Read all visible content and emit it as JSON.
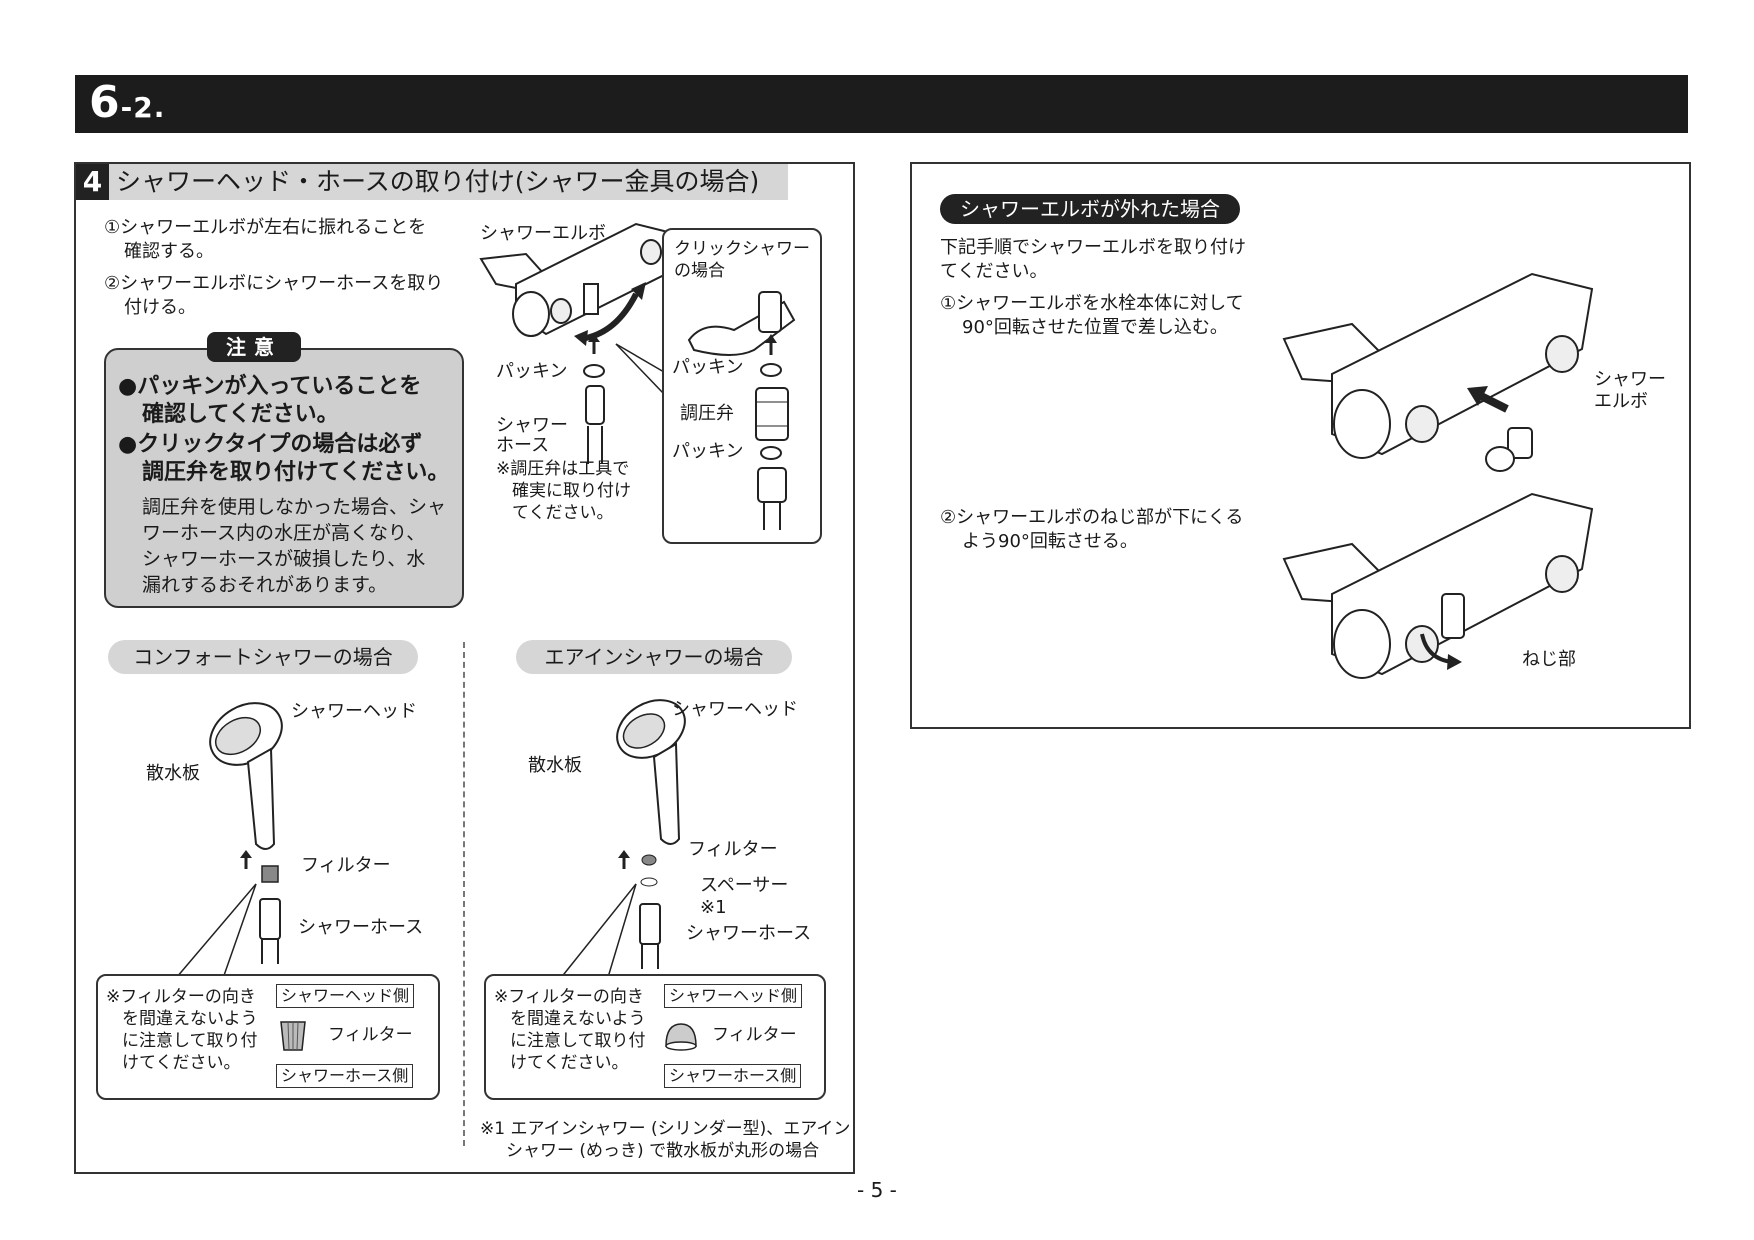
{
  "header": {
    "number": "6",
    "sub": "-2."
  },
  "left": {
    "section_number": "4",
    "section_title": "シャワーヘッド・ホースの取り付け(シャワー金具の場合)",
    "steps": [
      "①シャワーエルボが左右に振れることを",
      "確認する。",
      "②シャワーエルボにシャワーホースを取り",
      "付ける。"
    ],
    "caution": {
      "label": "注意",
      "bold_lines": [
        "●パッキンが入っていることを",
        "確認してください。",
        "●クリックタイプの場合は必ず",
        "調圧弁を取り付けてください。"
      ],
      "body_lines": [
        "調圧弁を使用しなかった場合、シャ",
        "ワーホース内の水圧が高くなり、",
        "シャワーホースが破損したり、水",
        "漏れするおそれがあります。"
      ]
    },
    "diagram1": {
      "elbow_label": "シャワーエルボ",
      "packing_label": "パッキン",
      "hose_label_1": "シャワー",
      "hose_label_2": "ホース",
      "note_lines": [
        "※調圧弁は工具で",
        "確実に取り付け",
        "てください。"
      ]
    },
    "click_box": {
      "title_1": "クリックシャワー",
      "title_2": "の場合",
      "packing_top": "パッキン",
      "valve": "調圧弁",
      "packing_bottom": "パッキン"
    },
    "comfort": {
      "title": "コンフォートシャワーの場合",
      "head": "シャワーヘッド",
      "plate": "散水板",
      "filter": "フィルター",
      "hose": "シャワーホース",
      "note_lines": [
        "※フィルターの向き",
        "を間違えないよう",
        "に注意して取り付",
        "けてください。"
      ],
      "head_side": "シャワーヘッド側",
      "filter2": "フィルター",
      "hose_side": "シャワーホース側"
    },
    "airin": {
      "title": "エアインシャワーの場合",
      "head": "シャワーヘッド",
      "plate": "散水板",
      "filter": "フィルター",
      "spacer": "スペーサー",
      "spacer_note": "※1",
      "hose": "シャワーホース",
      "note_lines": [
        "※フィルターの向き",
        "を間違えないよう",
        "に注意して取り付",
        "けてください。"
      ],
      "head_side": "シャワーヘッド側",
      "filter2": "フィルター",
      "hose_side": "シャワーホース側"
    },
    "footnote_lines": [
      "※1 エアインシャワー (シリンダー型)、エアイン",
      "シャワー (めっき) で散水板が丸形の場合"
    ]
  },
  "right": {
    "title": "シャワーエルボが外れた場合",
    "intro_lines": [
      "下記手順でシャワーエルボを取り付け",
      "てください。"
    ],
    "step1_lines": [
      "①シャワーエルボを水栓本体に対して",
      "90°回転させた位置で差し込む。"
    ],
    "step1_label_1": "シャワー",
    "step1_label_2": "エルボ",
    "step2_lines": [
      "②シャワーエルボのねじ部が下にくる",
      "よう90°回転させる。"
    ],
    "step2_label": "ねじ部"
  },
  "page_number": "- 5 -"
}
